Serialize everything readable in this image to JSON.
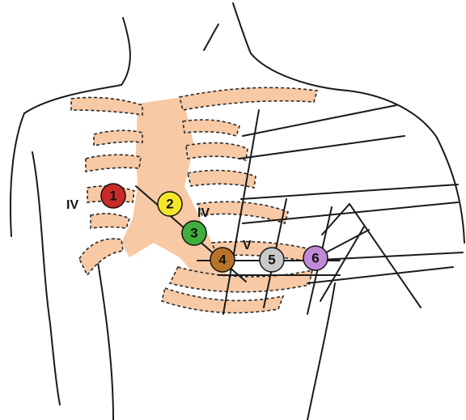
{
  "electrodes": [
    {
      "label": "1",
      "color": "#c92a2a"
    },
    {
      "label": "2",
      "color": "#f5e62c"
    },
    {
      "label": "3",
      "color": "#3fae3f"
    },
    {
      "label": "4",
      "color": "#b8732b"
    },
    {
      "label": "5",
      "color": "#c9c9c9"
    },
    {
      "label": "6",
      "color": "#c18ad6"
    }
  ],
  "intercostal_labels": {
    "iv_left": "IV",
    "iv_right": "IV",
    "v": "V"
  },
  "colors": {
    "bone": "#f7c9a4",
    "outline": "#1a1a1a"
  }
}
